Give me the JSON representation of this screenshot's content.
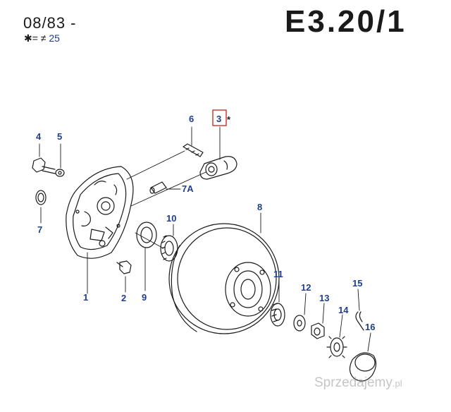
{
  "header": {
    "date_range": "08/83 -",
    "note_symbol": "✱= ≠",
    "note_ref": "25",
    "code": "E3.20/1"
  },
  "callouts": [
    {
      "id": "1",
      "label": "1"
    },
    {
      "id": "2",
      "label": "2"
    },
    {
      "id": "3",
      "label": "3",
      "boxed": true,
      "marker": "*"
    },
    {
      "id": "4",
      "label": "4"
    },
    {
      "id": "5",
      "label": "5"
    },
    {
      "id": "6",
      "label": "6"
    },
    {
      "id": "7",
      "label": "7"
    },
    {
      "id": "7A",
      "label": "7A"
    },
    {
      "id": "8",
      "label": "8"
    },
    {
      "id": "9",
      "label": "9"
    },
    {
      "id": "10",
      "label": "10"
    },
    {
      "id": "11",
      "label": "11"
    },
    {
      "id": "12",
      "label": "12"
    },
    {
      "id": "13",
      "label": "13"
    },
    {
      "id": "14",
      "label": "14"
    },
    {
      "id": "15",
      "label": "15"
    },
    {
      "id": "16",
      "label": "16"
    }
  ],
  "watermark": {
    "text": "Sprzedajemy",
    "suffix": ".pl"
  },
  "colors": {
    "line": "#1a1a1a",
    "callout": "#1f3d8f",
    "highlight": "#d0312d"
  }
}
